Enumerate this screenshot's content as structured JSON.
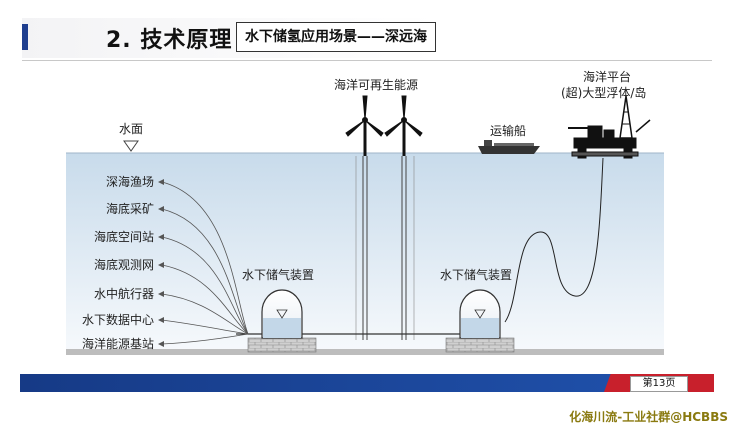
{
  "header": {
    "section_title": "2. 技术原理",
    "subtitle": "水下储氢应用场景——深远海"
  },
  "diagram": {
    "water_surface_label": "水面",
    "renewable_label": "海洋可再生能源",
    "platform_label_line1": "海洋平台",
    "platform_label_line2": "(超)大型浮体/岛",
    "ship_label": "运输船",
    "storage_left_label": "水下储气装置",
    "storage_right_label": "水下储气装置",
    "applications": [
      "深海渔场",
      "海底采矿",
      "海底空间站",
      "海底观测网",
      "水中航行器",
      "水下数据中心",
      "海洋能源基站"
    ],
    "colors": {
      "water_top": "#cfe0ee",
      "water_bottom": "#f4f8fb",
      "seabed": "#c9c9c9",
      "brick": "#b5b5b5",
      "accent_blue": "#1f3f8f",
      "accent_red": "#c8202c"
    },
    "icons": [
      "wind-turbine-icon",
      "ship-icon",
      "oil-platform-icon",
      "storage-dome-icon",
      "water-level-triangle-icon"
    ]
  },
  "footer": {
    "page_label": "第13页"
  },
  "watermark": "化海川流-工业社群@HCBBS"
}
